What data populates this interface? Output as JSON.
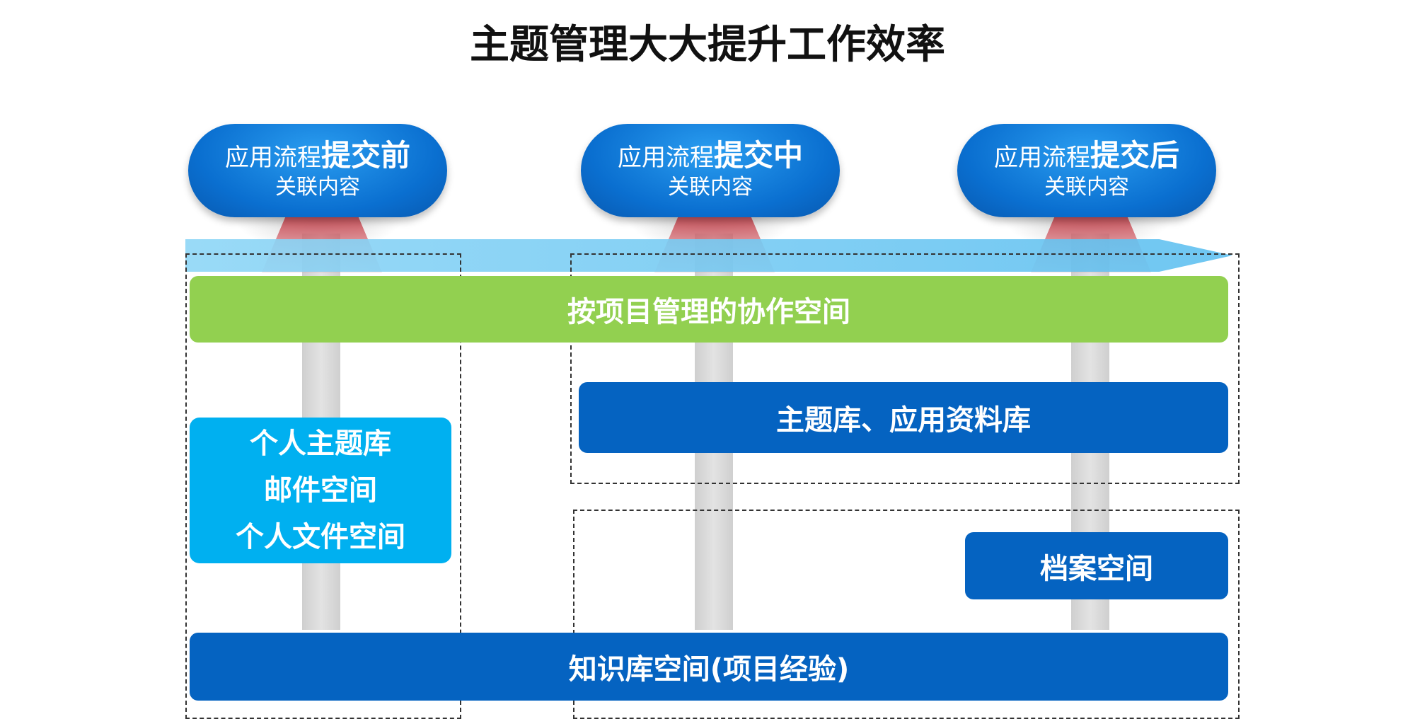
{
  "title": "主题管理大大提升工作效率",
  "stages": [
    {
      "prefix": "应用流程",
      "emphasis": "提交前",
      "sub": "关联内容"
    },
    {
      "prefix": "应用流程",
      "emphasis": "提交中",
      "sub": "关联内容"
    },
    {
      "prefix": "应用流程",
      "emphasis": "提交后",
      "sub": "关联内容"
    }
  ],
  "collab_space": "按项目管理的协作空间",
  "personal": {
    "lines": [
      "个人主题库",
      "邮件空间",
      "个人文件空间"
    ]
  },
  "topic_library": "主题库、应用资料库",
  "archive_space": "档案空间",
  "knowledge_base": "知识库空间(项目经验)",
  "colors": {
    "stage_blue": "#0a6fd0",
    "green": "#92d050",
    "dark_blue": "#0563c1",
    "cyan": "#00b0f0",
    "arrow": "#6cc8f2",
    "spotlight": "#c83c46"
  }
}
